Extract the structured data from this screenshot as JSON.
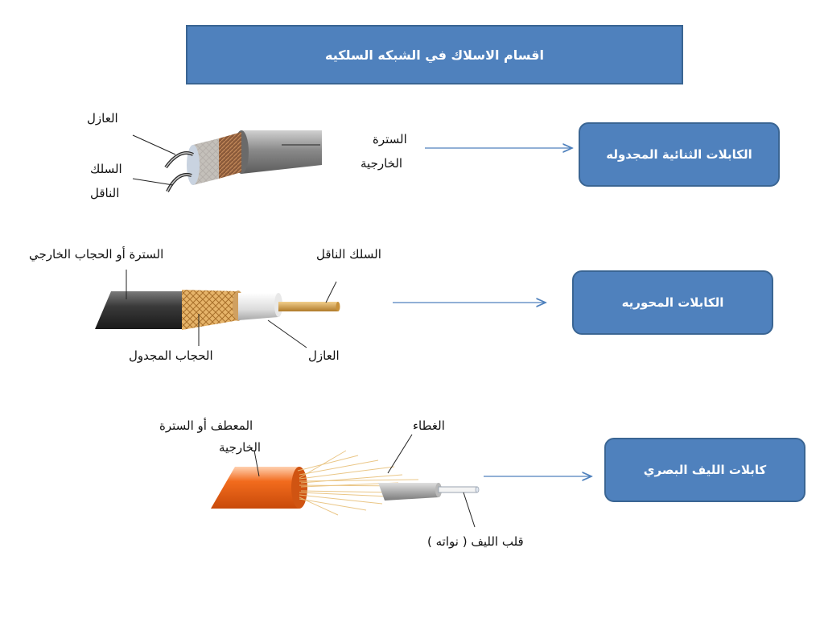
{
  "title": "اقسام الاسلاك في الشبكه السلكيه",
  "types": [
    {
      "name": "الكابلات الثنائية المجدوله",
      "labels": {
        "insulator": "العازل",
        "wire_line1": "السلك",
        "wire_line2": "الناقل",
        "jacket_line1": "السترة",
        "jacket_line2": "الخارجية"
      }
    },
    {
      "name": "الكابلات المحوريه",
      "labels": {
        "jacket": "السترة أو الحجاب الخارجي",
        "conductor": "السلك الناقل",
        "braid": "الحجاب المجدول",
        "insulator": "العازل"
      }
    },
    {
      "name": "كابلات الليف البصري",
      "labels": {
        "jacket_line1": "المعطف أو السترة",
        "jacket_line2": "الخارجية",
        "cover": "الغطاء",
        "core": "قلب الليف ( نواته )"
      }
    }
  ],
  "colors": {
    "box_fill": "#4f81bd",
    "box_border": "#3a6593",
    "arrow": "#4f81bd",
    "fiber_jacket": "#f26b1d",
    "coax_jacket": "#3a3a3a",
    "braid": "#d9a55a",
    "copper": "#d4a04a"
  }
}
